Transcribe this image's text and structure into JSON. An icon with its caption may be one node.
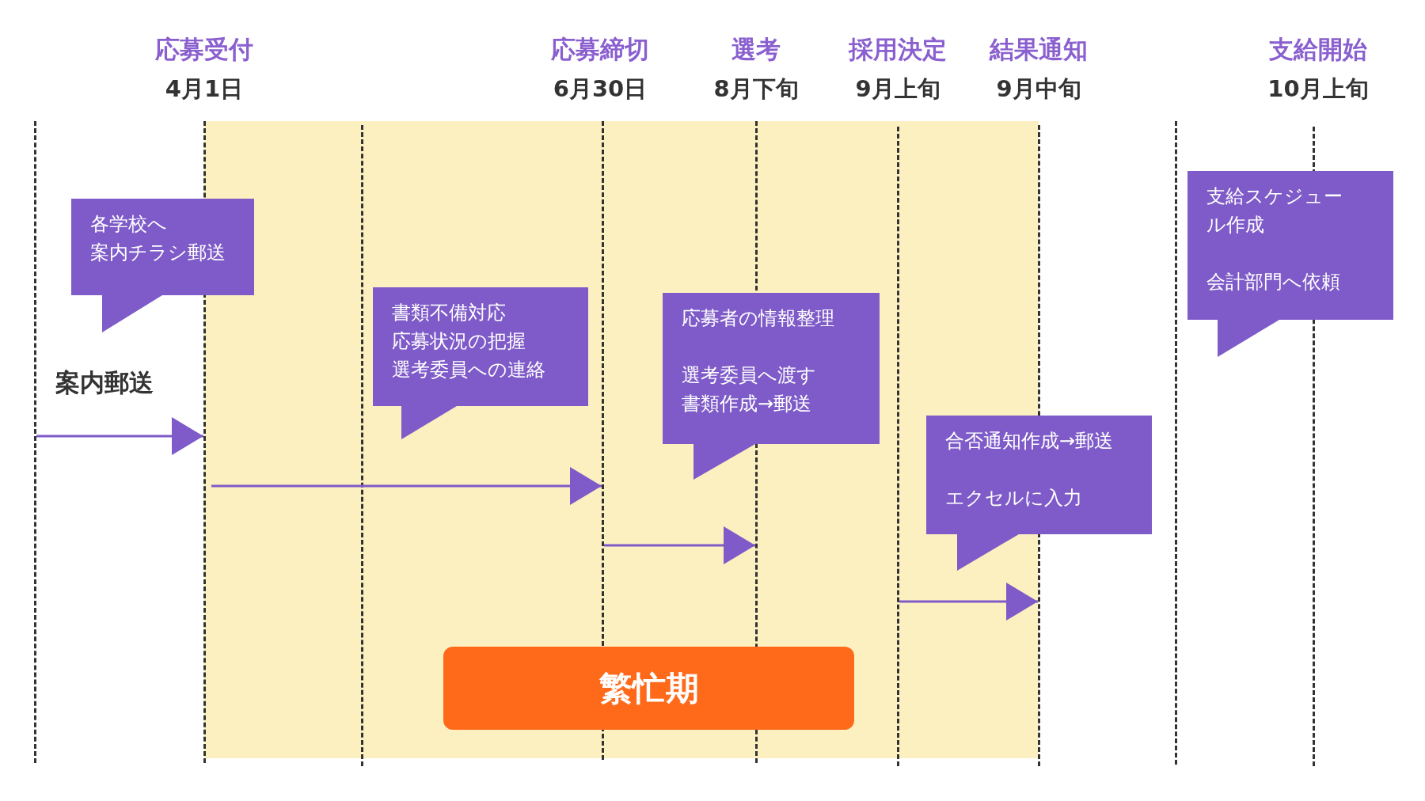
{
  "diagram": {
    "nodes": [
      {
        "text": [],
        "shape": "bar"
      },
      {
        "text": [],
        "shape": "bar",
        "beside": [
          "応募受付",
          "4月1日"
        ]
      },
      {
        "text": [],
        "shape": "bar"
      },
      {
        "text": [],
        "shape": "bar",
        "beside": [
          "応募締切",
          "6月30日"
        ]
      },
      {
        "text": [],
        "shape": "bar",
        "beside": [
          "選考",
          "8月下旬"
        ]
      },
      {
        "text": [],
        "shape": "bar",
        "beside": [
          "採用決定",
          "9月上旬"
        ]
      },
      {
        "text": [],
        "shape": "bar",
        "beside": [
          "結果通知",
          "9月中旬"
        ]
      },
      {
        "text": [],
        "shape": "bar"
      },
      {
        "text": [],
        "shape": "bar",
        "beside": [
          "支給開始",
          "10月上旬"
        ]
      },
      {
        "text": [
          "各学校へ",
          "案内チラシ郵送"
        ]
      },
      {
        "text": [
          "書類不備対応",
          "応募状況の把握",
          "選考委員への連絡"
        ]
      },
      {
        "text": [
          "応募者の情報整理",
          "選考委員へ渡す",
          "書類作成→郵送"
        ]
      },
      {
        "text": [
          "合否通知作成→郵送",
          "エクセルに入力"
        ]
      },
      {
        "text": [
          "支給スケジュール作成",
          "会計部門へ依頼"
        ]
      },
      {
        "text": [
          "繁忙期"
        ]
      }
    ],
    "edges": [
      {
        "from": 0,
        "to": 1,
        "arrow": "to",
        "label": "案内郵送"
      },
      {
        "from": 1,
        "to": 3,
        "arrow": "to"
      },
      {
        "from": 3,
        "to": 4,
        "arrow": "to"
      },
      {
        "from": 5,
        "to": 6,
        "arrow": "to"
      }
    ]
  }
}
